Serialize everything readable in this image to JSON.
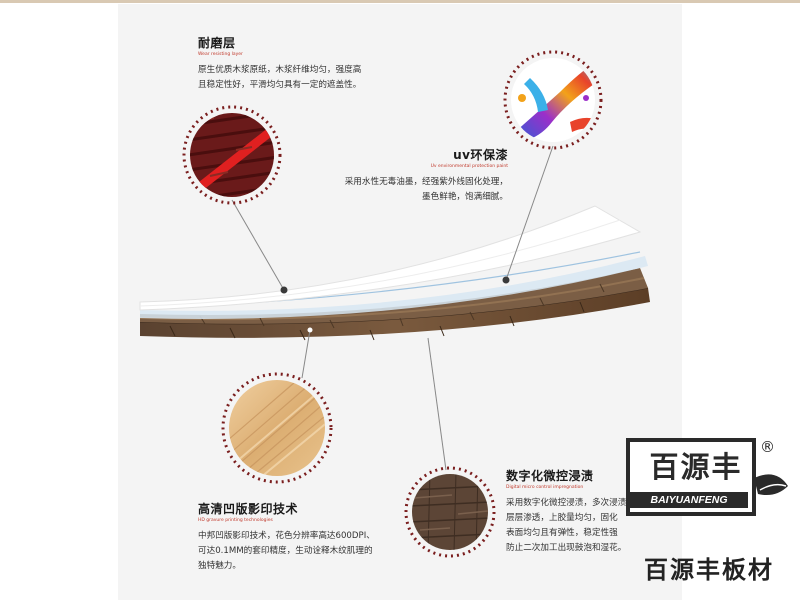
{
  "sections": {
    "wear": {
      "title": "耐磨层",
      "subtitle": "Wear resisting layer",
      "body": [
        "原生优质木浆原纸，木浆纤维均匀，强度高",
        "且稳定性好，平滑均匀具有一定的遮盖性。"
      ]
    },
    "uv": {
      "title": "uv环保漆",
      "subtitle": "Uv environmental protection paint",
      "body": [
        "采用水性无毒油墨，经强紫外线固化处理，",
        "墨色鲜艳，饱满细腻。"
      ]
    },
    "gravure": {
      "title": "高清凹版影印技术",
      "subtitle": "HD gravure printing technologies",
      "body": [
        "中邦凹版影印技术，花色分辨率高达600DPI、",
        "可达0.1MM的套印精度，生动诠释木纹肌理的",
        "独特魅力。"
      ]
    },
    "digital": {
      "title": "数字化微控浸渍",
      "subtitle": "Digital micro control impregnation",
      "body": [
        "采用数字化微控浸渍，多次浸渍，",
        "层层渗透，上胶量均匀，固化",
        "表面均匀且有弹性，稳定性强",
        "防止二次加工出现鼓泡和湿花。"
      ]
    }
  },
  "logo": {
    "name_cn": "百源丰",
    "name_en": "BAIYUANFENG",
    "registered": "®",
    "brand_line": "百源丰板材"
  },
  "colors": {
    "accent_red": "#c0392b",
    "panel_bg": "#f4f4f4",
    "wood_dark": "#5c4330",
    "wood_light": "#e8c08a",
    "veneer_red": "#6a1a1a"
  }
}
